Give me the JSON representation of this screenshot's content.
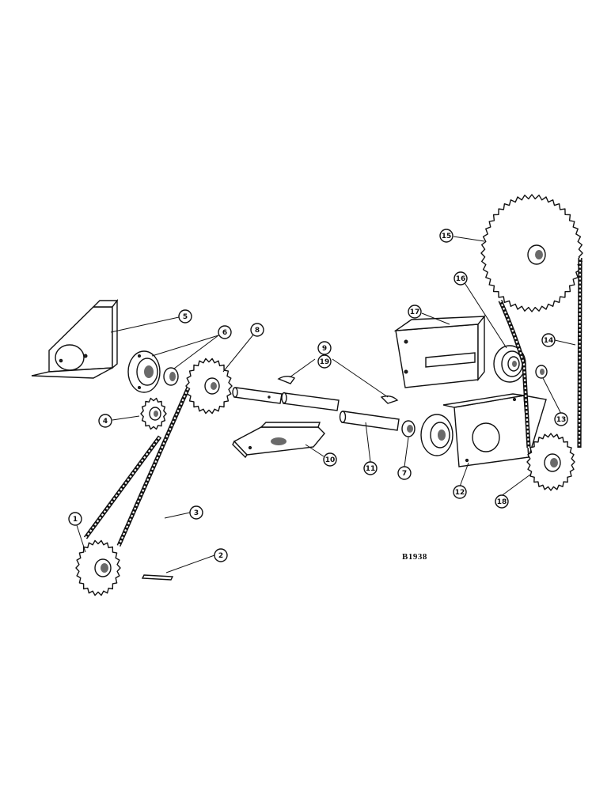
{
  "drawing": {
    "code": "B1938"
  },
  "callouts": [
    {
      "label": "1"
    },
    {
      "label": "2"
    },
    {
      "label": "3"
    },
    {
      "label": "4"
    },
    {
      "label": "5"
    },
    {
      "label": "6"
    },
    {
      "label": "7"
    },
    {
      "label": "8"
    },
    {
      "label": "9"
    },
    {
      "label": "19"
    },
    {
      "label": "10"
    },
    {
      "label": "11"
    },
    {
      "label": "12"
    },
    {
      "label": "13"
    },
    {
      "label": "14"
    },
    {
      "label": "15"
    },
    {
      "label": "16"
    },
    {
      "label": "17"
    },
    {
      "label": "18"
    }
  ]
}
